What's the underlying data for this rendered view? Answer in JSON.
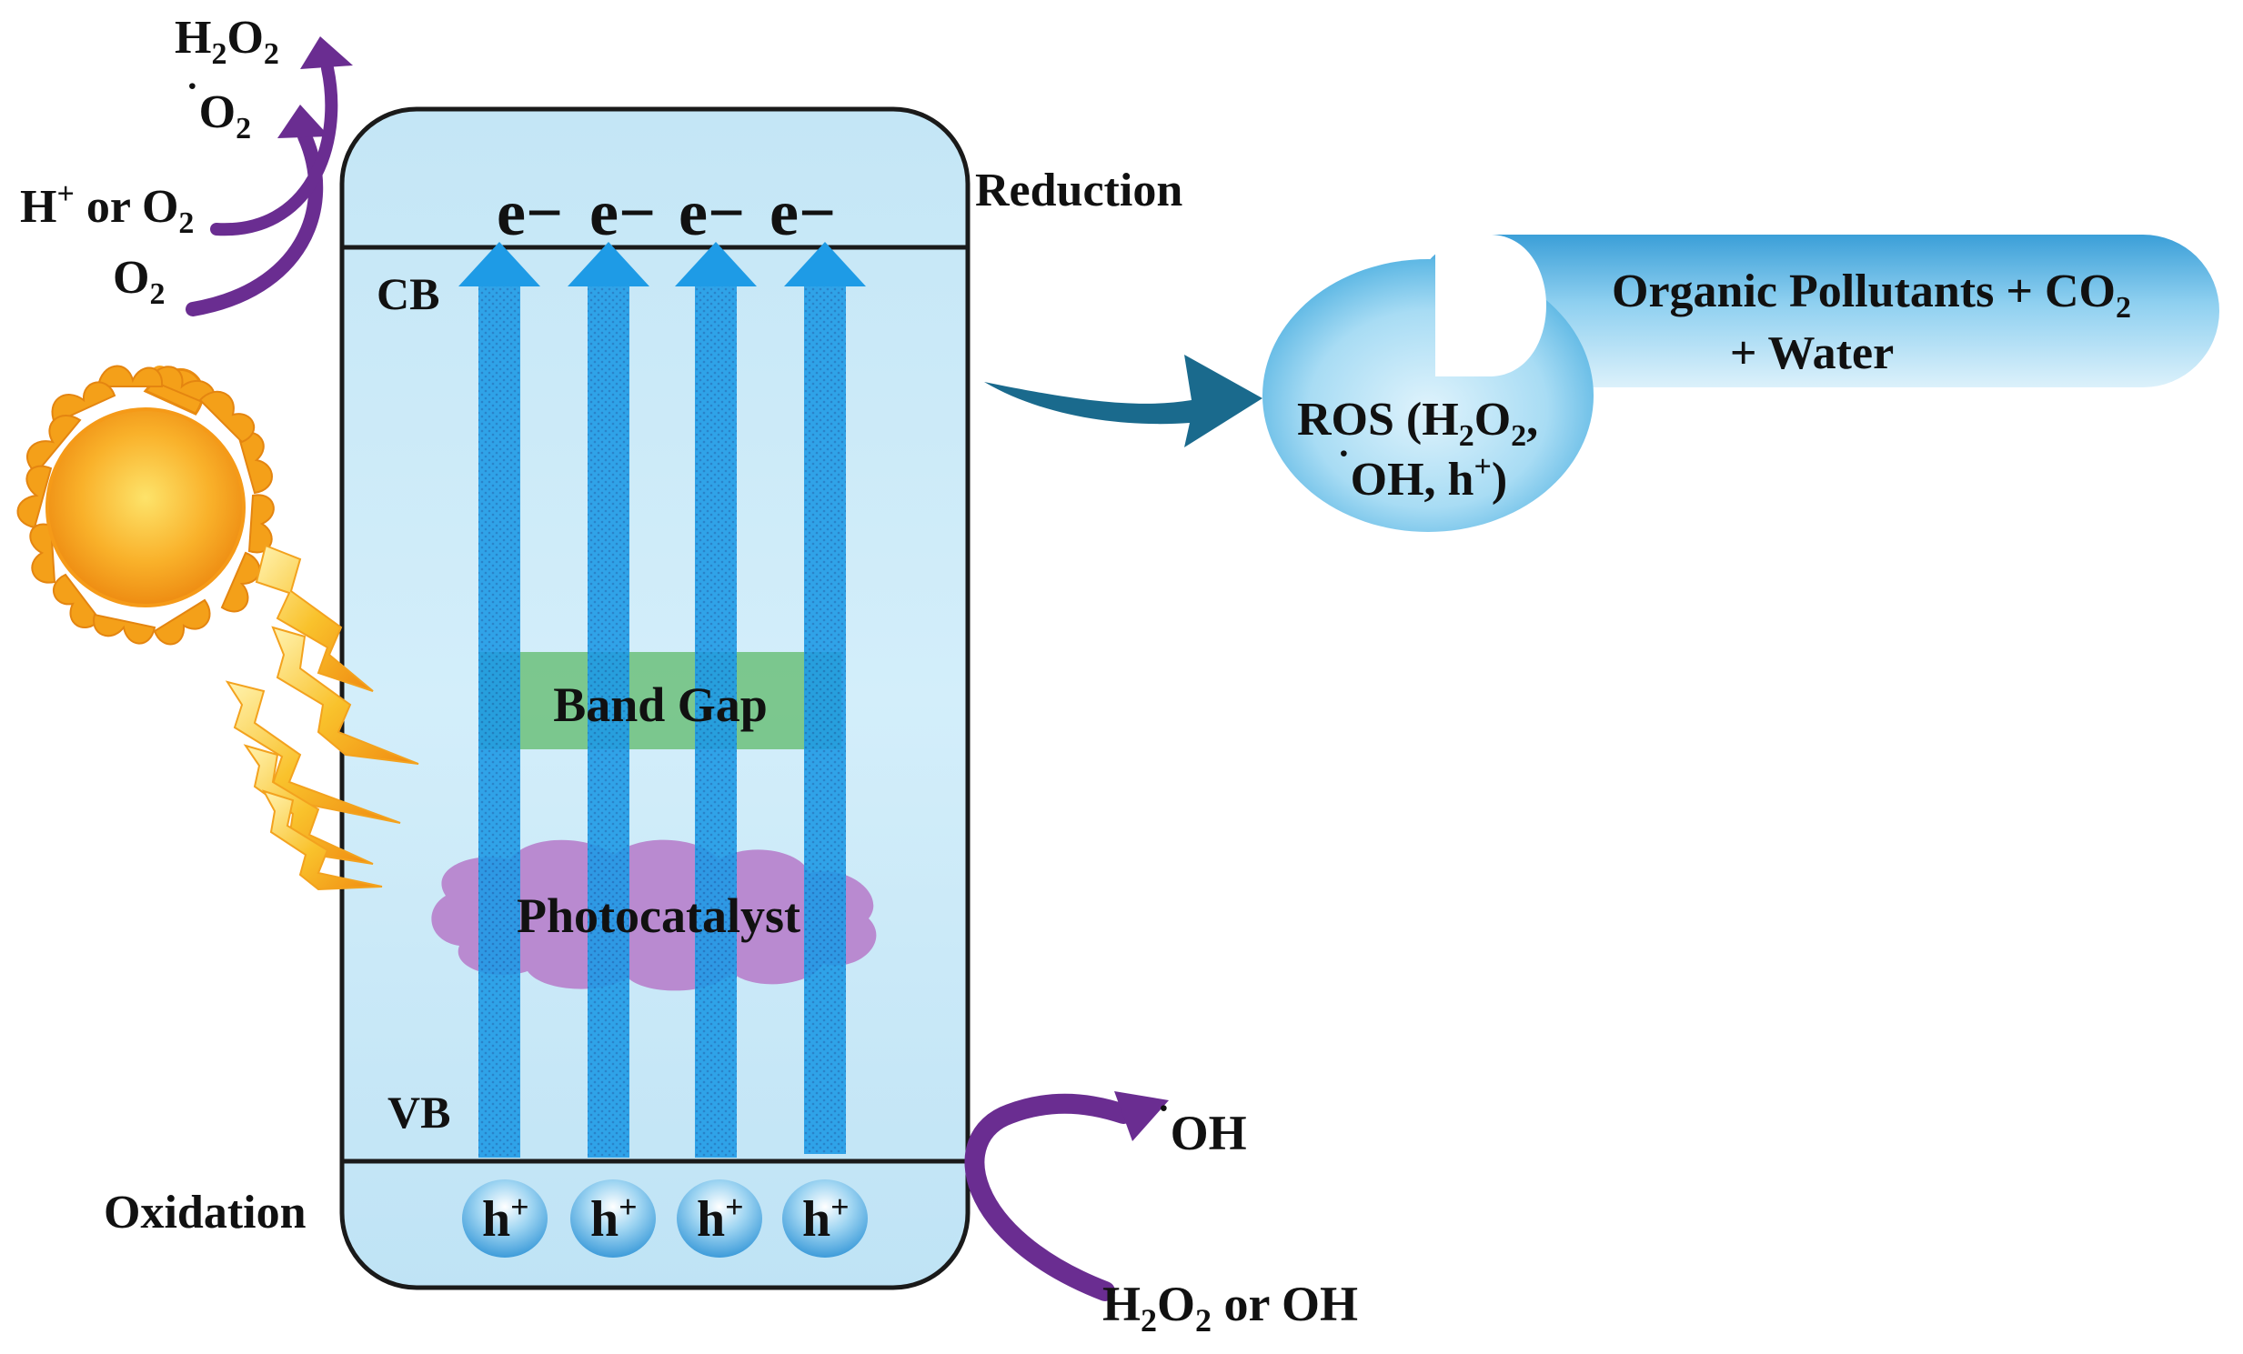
{
  "labels": {
    "reduction": "Reduction",
    "oxidation": "Oxidation",
    "cb": "CB",
    "vb": "VB",
    "band_gap": "Band Gap",
    "photocatalyst": "Photocatalyst",
    "electrons": [
      "e−",
      "e−",
      "e−",
      "e−"
    ],
    "holes": [
      "h",
      "h",
      "h",
      "h"
    ],
    "hole_charge": "+"
  },
  "reduction_side": {
    "product_h2o2": {
      "main": "H",
      "sub1": "2",
      "mid": "O",
      "sub2": "2"
    },
    "product_superoxide": {
      "dot": "˙",
      "main": "O",
      "sub": "2"
    },
    "reactant_h_or_o2": {
      "main": "H",
      "sup": "+",
      "rest": " or O",
      "sub": "2"
    },
    "reactant_o2": {
      "main": "O",
      "sub": "2"
    }
  },
  "oxidation_side": {
    "product_oh": {
      "dot": "˙",
      "main": "OH"
    },
    "reactant": {
      "main": "H",
      "sub1": "2",
      "mid": "O",
      "sub2": "2",
      "rest": " or OH"
    }
  },
  "ros_box": {
    "ros_line1": {
      "main": "ROS (H",
      "sub1": "2",
      "mid": "O",
      "sub2": "2",
      "end": ","
    },
    "ros_line2": {
      "dot": "˙",
      "main": "OH, h",
      "sup": "+",
      "end": ")"
    },
    "products_line1": {
      "main": "Organic Pollutants + CO",
      "sub": "2"
    },
    "products_line2": "+ Water"
  },
  "colors": {
    "panel_fill": "#cdeaf7",
    "panel_stroke": "#1a1a1a",
    "excitation_arrow": "#1e9be6",
    "band_gap_fill": "#6cbf7a",
    "photocatalyst_fill": "#b98ad0",
    "reaction_arrow": "#6a2d91",
    "main_arrow": "#1a6a8d",
    "ros_blue": "#4aaee0",
    "sun": "#f6a21a"
  }
}
